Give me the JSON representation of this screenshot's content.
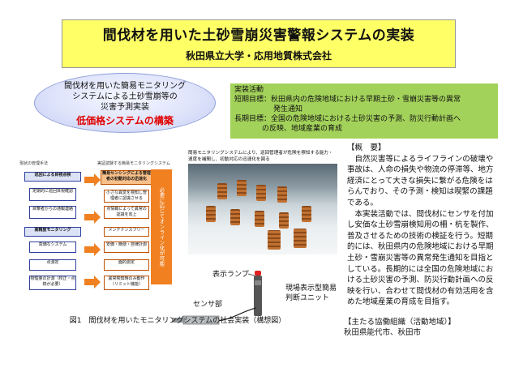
{
  "header": {
    "title": "間伐材を用いた土砂雪崩災害警報システムの実装",
    "subtitle": "秋田県立大学・応用地質株式会社"
  },
  "bubble": {
    "lines": [
      "間伐材を用いた簡易モニタリング",
      "システムによる土砂雪崩等の",
      "災害予測実装"
    ],
    "highlight": "低価格システムの構築"
  },
  "implementation": {
    "heading": "実装活動",
    "short_term_1": "短期目標：秋田県内の危険地域における早期土砂・雪崩災害等の異常",
    "short_term_2": "発生通知",
    "long_term_1": "長期目標：全国の危険地域における土砂災害の予測、防災行動計画へ",
    "long_term_2": "の反映、地域産業の育成"
  },
  "overview": {
    "heading": "【概　要】",
    "para1": "　自然災害等によるライフラインの破壊や事故は、人命の損失や物流の停滞等、地方経済にとって大きな損失に繋がる危険をはらんでおり、その予測・検知は喫緊の課題である。",
    "para2": "　本実装活動では、間伐材にセンサを付加し安価な土砂雪崩検知用の柵・杭を製作、普及させるための技術の検証を行う。短期的には、秋田県内の危険地域における早期土砂・雪崩災害等の異常発生通知を目指としている。長期的には全国の危険地域における土砂災害の予測、防災行動計画への反映を行い、合わせて間伐材の有効活用を含めた地域産業の育成を目指す。"
  },
  "partners": {
    "heading": "【主たる協働組織（活動地域）】",
    "text": "秋田県能代市、秋田市"
  },
  "diagram": {
    "left_title": "現状の管理手法",
    "right_title": "実証試験する簡易モニタリングシステム",
    "left_boxes": [
      "巡回による目視点検",
      "定期的に巡回目視確認",
      "目撃者からの通報連絡",
      "高精度モニタリング",
      "高価なシステム",
      "点測定",
      "物理量の計測（校正・点検が必要）"
    ],
    "right_boxes": [
      "簡易センシングによる管理者の初動対応の迅速化",
      "小さな異変を検知し管理者に認識させる",
      "点情報によって異常の認識を向上",
      "メンテナンスフリー",
      "安価・簡便・自律計測",
      "面的測定",
      "異常検知時のみ動作（リミット機能）"
    ],
    "side_label": "必要に応じてオンライン化が可能",
    "caption": "図1　間伐材を用いたモニタリングシステムの社会実装（構想図）"
  },
  "photo": {
    "caption": "簡易モニタリングシステムにより、巡回管理者が危険を察知する能力・速度を補間し、初動対応の迅速化を図る"
  },
  "device": {
    "lamp_label": "表示ランプ",
    "sensor_label": "センサ部",
    "unit_label": "現場表示型簡易判断ユニット"
  }
}
